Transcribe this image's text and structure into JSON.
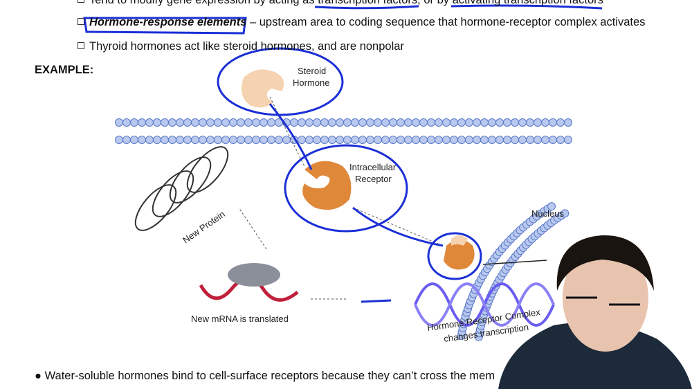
{
  "notes": {
    "line1": "Tend to modify gene expression by acting as transcription factors, or by activating transcription factors",
    "line2_bold": "Hormone-response elements",
    "line2_rest": " – upstream area to coding sequence that hormone-receptor complex activates",
    "line3": "Thyroid hormones act like steroid hormones, and are nonpolar",
    "example": "EXAMPLE:",
    "bottom_bullet": "Water-soluble hormones bind to cell-surface receptors because they can’t cross the mem"
  },
  "diagram": {
    "steroid_hormone_1": "Steroid",
    "steroid_hormone_2": "Hormone",
    "receptor_1": "Intracellular",
    "receptor_2": "Receptor",
    "nucleus": "Nucleus",
    "new_protein": "New Protein",
    "mrna": "New mRNA is translated",
    "complex_1": "Hormone:Receptor Complex",
    "complex_2": "changes transcription"
  },
  "colors": {
    "annotation_ink": "#1a2fd6",
    "hormone": "#f5d2b0",
    "receptor": "#e0883a",
    "membrane": "#b8c8ee",
    "dna": "#6a5cf0",
    "mrna": "#c0203a"
  }
}
